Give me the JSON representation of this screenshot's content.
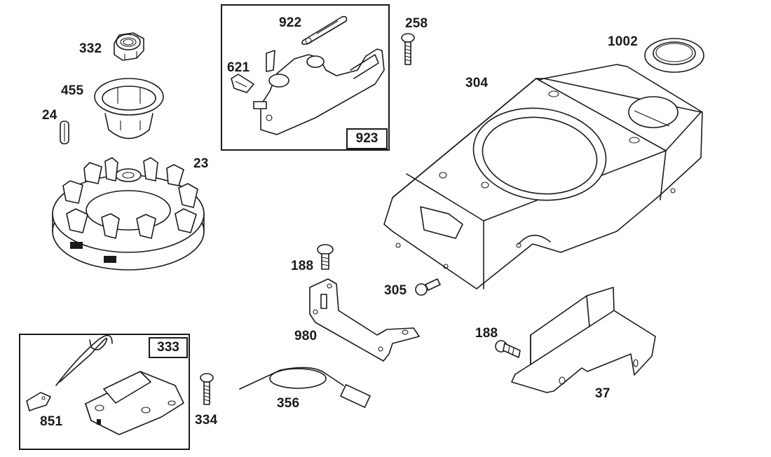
{
  "diagram": {
    "type": "exploded-parts-diagram",
    "parts": [
      {
        "id": "332",
        "name": "nut"
      },
      {
        "id": "455",
        "name": "starter-cup"
      },
      {
        "id": "24",
        "name": "flywheel-key"
      },
      {
        "id": "23",
        "name": "flywheel"
      },
      {
        "id": "922",
        "name": "governor-link"
      },
      {
        "id": "621",
        "name": "clip"
      },
      {
        "id": "258",
        "name": "screw"
      },
      {
        "id": "1002",
        "name": "grommet"
      },
      {
        "id": "304",
        "name": "blower-housing"
      },
      {
        "id": "188a",
        "label": "188",
        "name": "screw"
      },
      {
        "id": "305",
        "name": "screw"
      },
      {
        "id": "980",
        "name": "bracket"
      },
      {
        "id": "188b",
        "label": "188",
        "name": "screw"
      },
      {
        "id": "37",
        "name": "air-guide"
      },
      {
        "id": "851",
        "name": "clip"
      },
      {
        "id": "334",
        "name": "screw"
      },
      {
        "id": "356",
        "name": "ground-wire"
      }
    ],
    "groups": [
      {
        "id": "923",
        "name": "control-bracket-assembly",
        "contains": [
          "922",
          "621"
        ]
      },
      {
        "id": "333",
        "name": "ignition-armature",
        "contains": [
          "851"
        ]
      }
    ]
  },
  "labels": {
    "p332": "332",
    "p455": "455",
    "p24": "24",
    "p23": "23",
    "p922": "922",
    "p621": "621",
    "g923": "923",
    "p258": "258",
    "p1002": "1002",
    "p304": "304",
    "p188a": "188",
    "p305": "305",
    "p980": "980",
    "p188b": "188",
    "p37": "37",
    "g333": "333",
    "p851": "851",
    "p334": "334",
    "p356": "356"
  }
}
